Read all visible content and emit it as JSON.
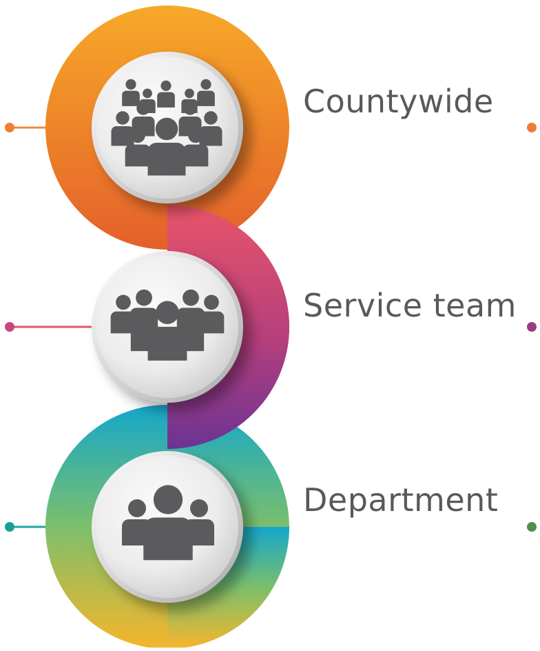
{
  "tiers": [
    {
      "label": "Countywide",
      "icon": "large-crowd-icon",
      "colors": {
        "start": "#f5a623",
        "end": "#e35a24"
      }
    },
    {
      "label": "Service team",
      "icon": "group-icon",
      "colors": {
        "start": "#e4526c",
        "end": "#6a3393"
      }
    },
    {
      "label": "Department",
      "icon": "small-group-icon",
      "colors": {
        "start": "#16a9c9",
        "end": "#f7b52b"
      }
    }
  ],
  "colors": {
    "icon_fill": "#5b5b5d",
    "label_text": "#58595b",
    "disc_light": "#f6f6f6",
    "disc_dark": "#cfcfcf"
  }
}
